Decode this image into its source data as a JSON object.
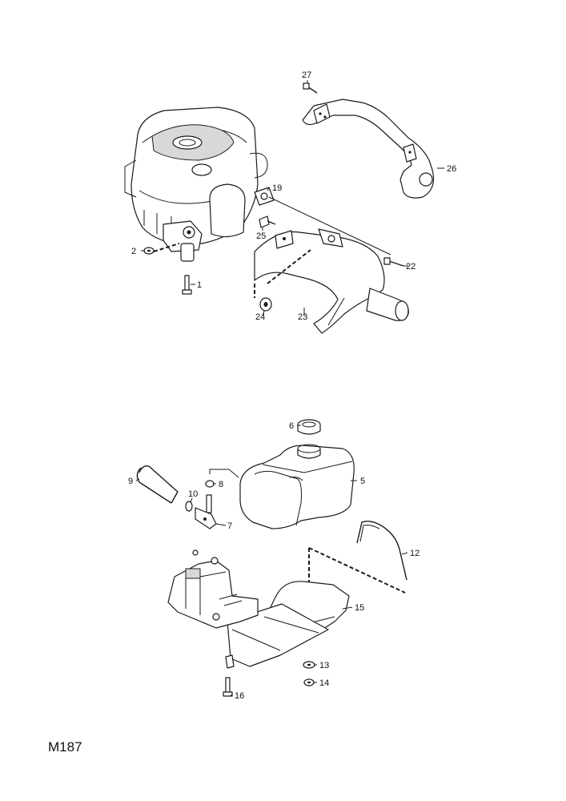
{
  "figure_id": "M187",
  "callouts": [
    {
      "num": "1"
    },
    {
      "num": "2"
    },
    {
      "num": "5"
    },
    {
      "num": "6"
    },
    {
      "num": "7"
    },
    {
      "num": "8"
    },
    {
      "num": "9"
    },
    {
      "num": "10"
    },
    {
      "num": "12"
    },
    {
      "num": "13"
    },
    {
      "num": "14"
    },
    {
      "num": "15"
    },
    {
      "num": "16"
    },
    {
      "num": "19"
    },
    {
      "num": "22"
    },
    {
      "num": "23"
    },
    {
      "num": "24"
    },
    {
      "num": "25"
    },
    {
      "num": "26"
    },
    {
      "num": "27"
    }
  ]
}
